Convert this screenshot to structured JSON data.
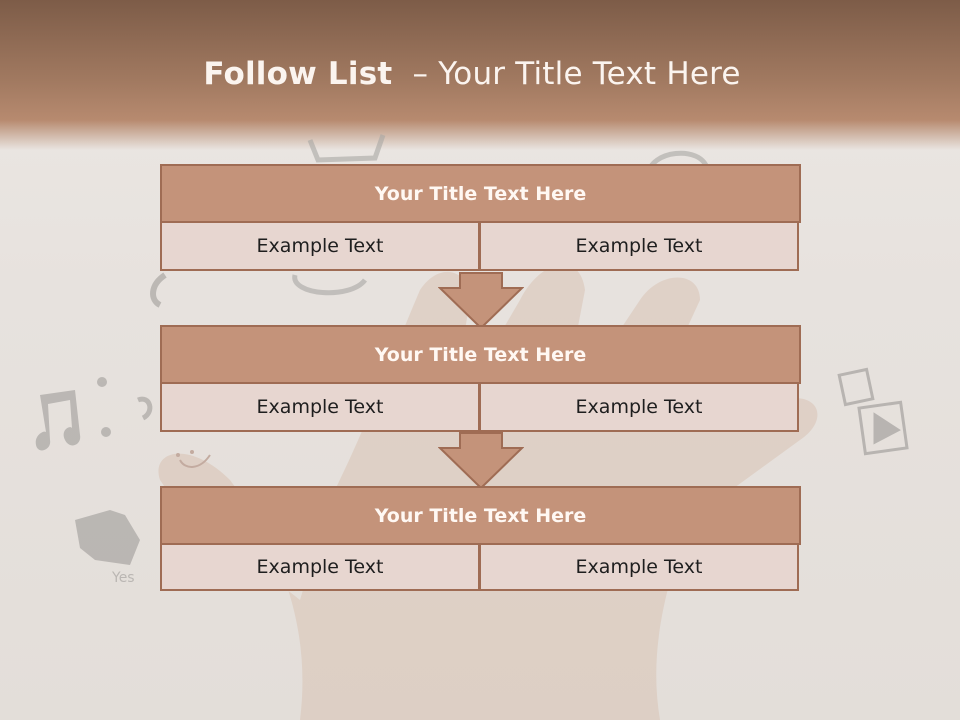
{
  "slide": {
    "title_bold": "Follow List",
    "title_rest": "  – Your Title Text Here"
  },
  "blocks": [
    {
      "title": "Your Title Text Here",
      "left": "Example Text",
      "right": "Example Text"
    },
    {
      "title": "Your Title Text Here",
      "left": "Example Text",
      "right": "Example Text"
    },
    {
      "title": "Your Title Text Here",
      "left": "Example Text",
      "right": "Example Text"
    }
  ],
  "colors": {
    "header": "#a27a61",
    "title_fill": "#c4937a",
    "cell_fill": "#e7d6d0",
    "border": "#9f6c54"
  },
  "decor_icons": [
    "hand-photo",
    "music-note-icon",
    "telephone-icon",
    "thumbs-up-icon",
    "media-play-icon",
    "chat-bubble-icon"
  ]
}
